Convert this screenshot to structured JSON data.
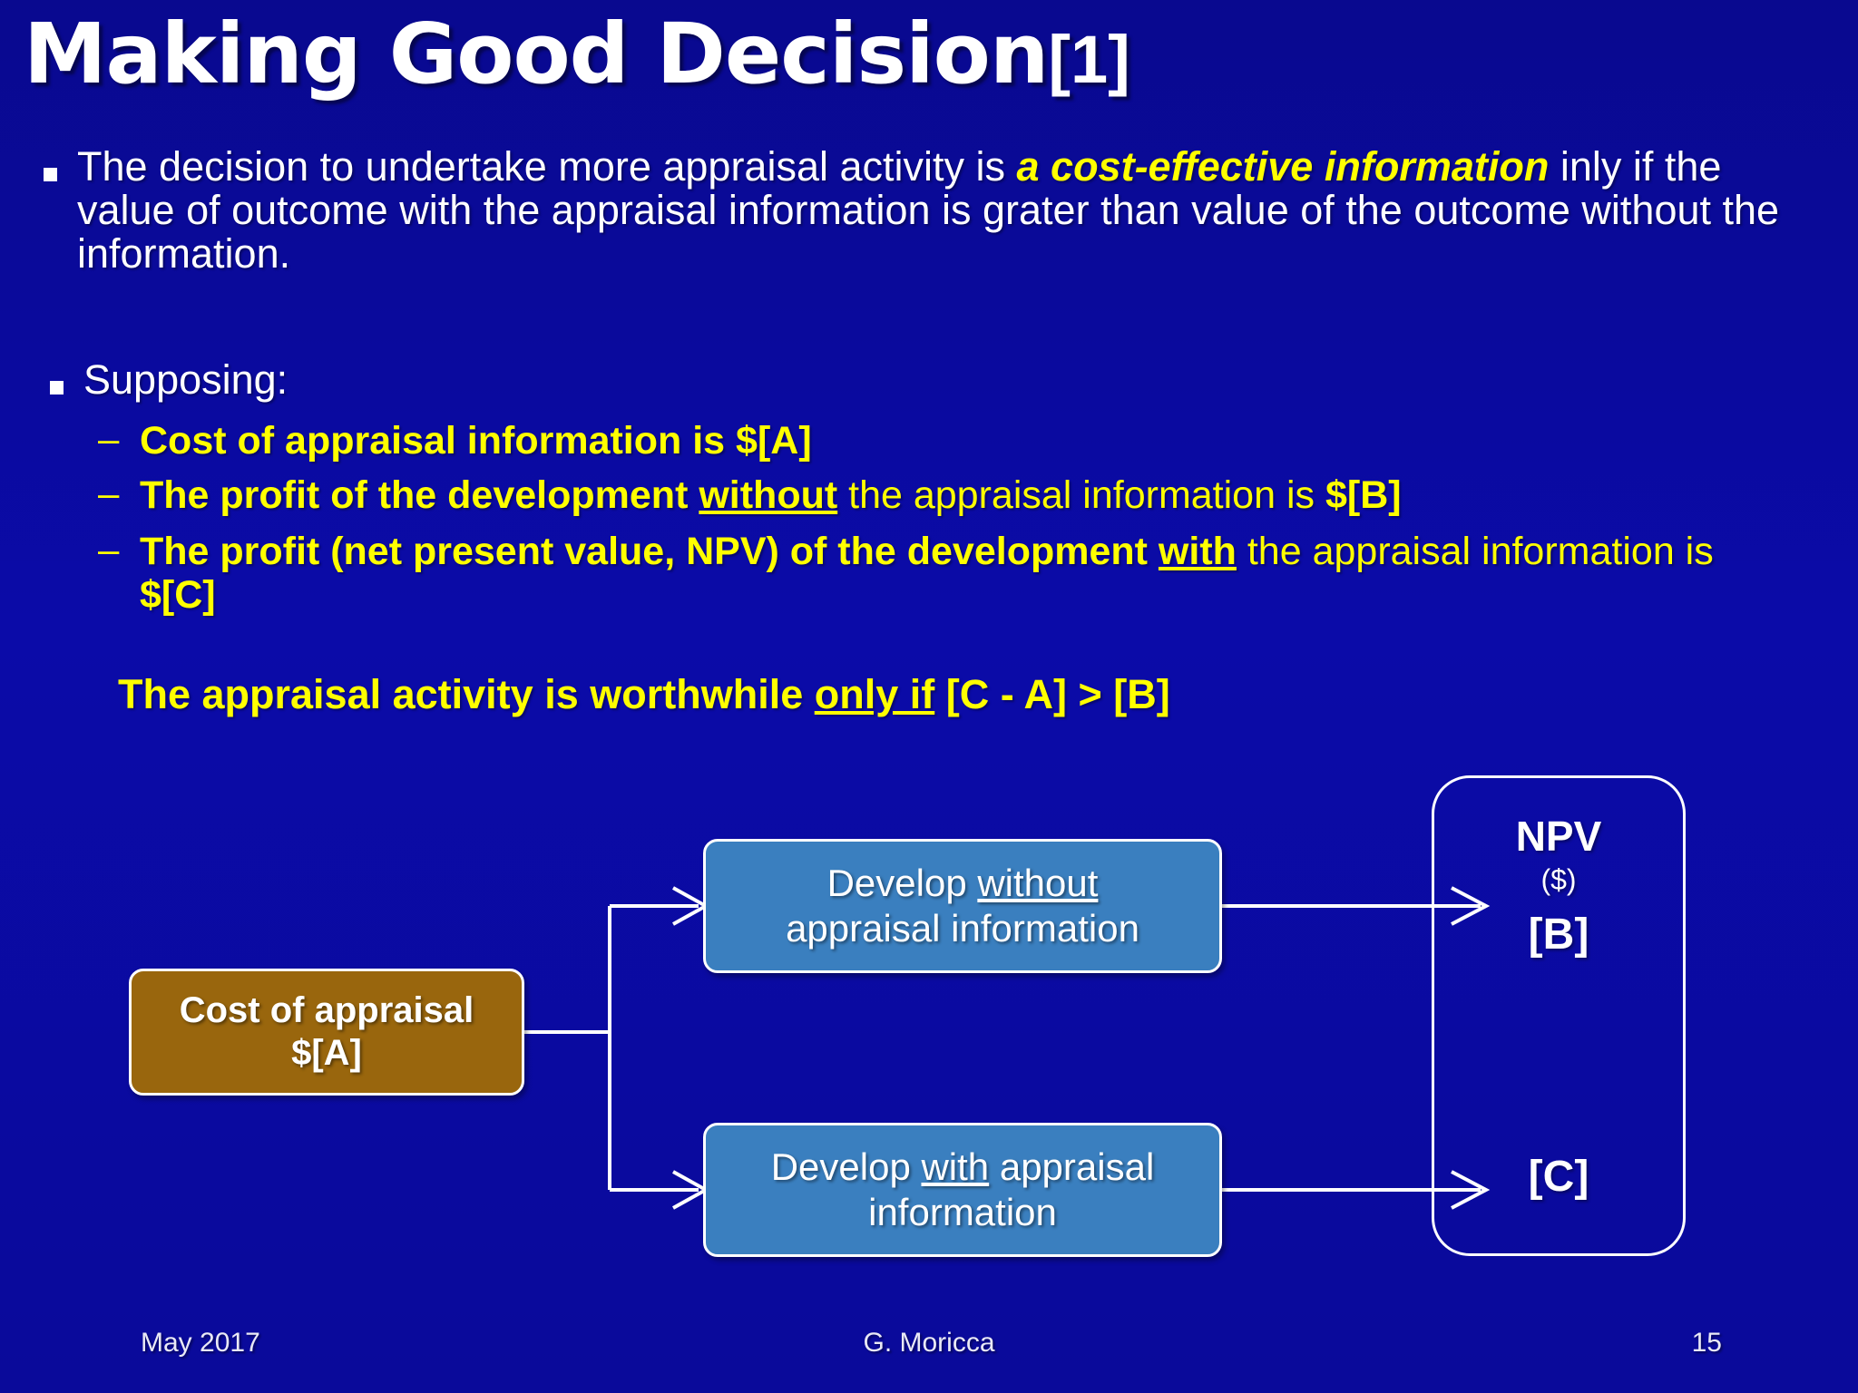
{
  "slide": {
    "background_color": "#0a0a9c",
    "title": "Making Good Decision",
    "title_suffix": "[1]"
  },
  "body": {
    "bullet1": {
      "marker": "square-bullet",
      "part1": "The decision to undertake more appraisal activity is ",
      "highlight": "a cost-effective information",
      "part2": " inly if the value of outcome with the appraisal information  is grater than value of the outcome without the information."
    },
    "bullet2": {
      "marker": "square-bullet",
      "text": "Supposing:"
    },
    "sub_bullets": [
      {
        "marker": "–",
        "segments": [
          {
            "text": "Cost of appraisal information is $[A]",
            "style": "yellow-bold"
          }
        ]
      },
      {
        "marker": "–",
        "segments": [
          {
            "text": "The profit of the development ",
            "style": "yellow-bold"
          },
          {
            "text": "without",
            "style": "yellow-bold-underline"
          },
          {
            "text": " the appraisal information is ",
            "style": "yellow"
          },
          {
            "text": "$[B]",
            "style": "yellow-bold"
          }
        ]
      },
      {
        "marker": "–",
        "segments": [
          {
            "text": "The profit (net present value, NPV) of the development ",
            "style": "yellow-bold"
          },
          {
            "text": "with",
            "style": "yellow-bold-underline"
          },
          {
            "text": " the appraisal information is ",
            "style": "yellow"
          },
          {
            "text": "$[C]",
            "style": "yellow-bold"
          }
        ]
      }
    ],
    "conclusion": {
      "part1": "The appraisal activity is worthwhile ",
      "underlined": "only if",
      "part2": "  [C - A] > [B]",
      "color": "#ffff00"
    }
  },
  "diagram": {
    "nodes": {
      "cost": {
        "line1": "Cost of appraisal",
        "line2": "$[A]",
        "fill": "#99660d"
      },
      "develop_without": {
        "prefix": "Develop ",
        "underlined": "without",
        "suffix": "",
        "line2": "appraisal information",
        "fill": "#3a7fbf"
      },
      "develop_with": {
        "prefix": "Develop ",
        "underlined": "with",
        "suffix": " appraisal",
        "line2": "information",
        "fill": "#3a7fbf"
      }
    },
    "npv_panel": {
      "title": "NPV",
      "unit": "($)",
      "value_top": "[B]",
      "value_bottom": "[C]"
    }
  },
  "footer": {
    "date": "May 2017",
    "author": "G. Moricca",
    "page_number": "15"
  }
}
